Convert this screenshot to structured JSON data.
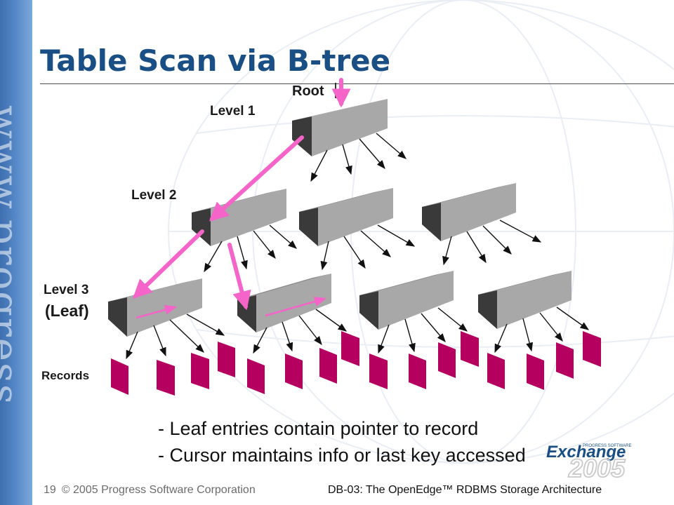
{
  "slide": {
    "title": "Table Scan via B-tree",
    "sidebar_text": "www.progress",
    "slide_number": "19",
    "copyright": "© 2005 Progress Software Corporation",
    "footer_title": "DB-03: The OpenEdge™ RDBMS Storage Architecture"
  },
  "diagram": {
    "labels": {
      "root": "Root",
      "level1": "Level 1",
      "level2": "Level 2",
      "level3": "Level 3",
      "leaf": "(Leaf)",
      "records": "Records"
    }
  },
  "bullets": [
    "- Leaf entries contain pointer to record",
    "- Cursor maintains info or last key accessed"
  ],
  "logo": {
    "top": "PROGRESS SOFTWARE",
    "word": "Exchange",
    "year": "2005"
  },
  "colors": {
    "title": "#1a4f85",
    "block_face": "#a6a6a6",
    "block_top": "#8f8f8f",
    "block_end": "#3a3a3a",
    "record": "#b5005f",
    "scan_arrow": "#f564c8",
    "sidebar": "#4a7cc0"
  }
}
